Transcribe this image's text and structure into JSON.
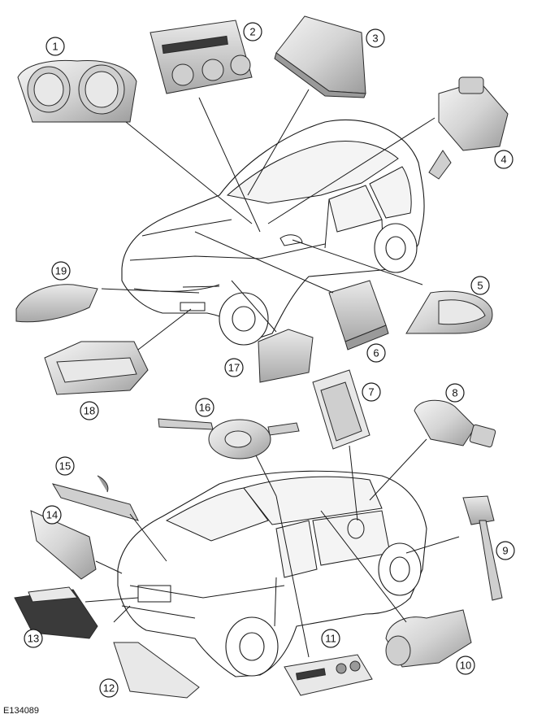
{
  "figure": {
    "id": "E134089",
    "callouts": [
      "1",
      "2",
      "3",
      "4",
      "5",
      "6",
      "7",
      "8",
      "9",
      "10",
      "11",
      "12",
      "13",
      "14",
      "15",
      "16",
      "17",
      "18",
      "19"
    ]
  }
}
